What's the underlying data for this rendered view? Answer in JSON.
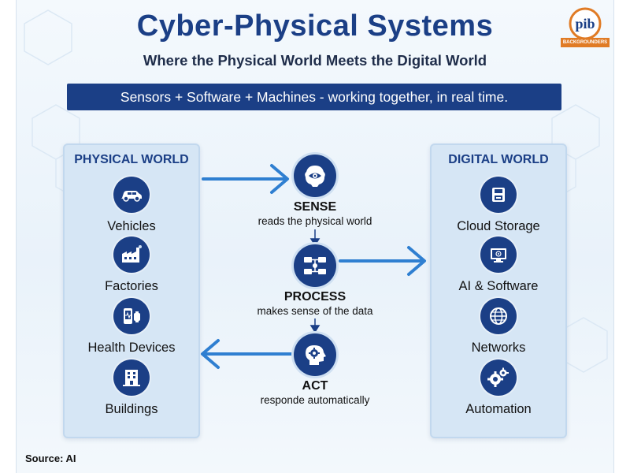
{
  "header": {
    "title": "Cyber-Physical Systems",
    "subtitle": "Where the Physical World Meets the Digital World",
    "banner": "Sensors + Software + Machines - working together, in real time."
  },
  "logo": {
    "text": "pib",
    "ribbon": "BACKGROUNDERS"
  },
  "physical_world": {
    "title": "PHYSICAL WORLD",
    "items": [
      {
        "label": "Vehicles",
        "icon": "car-icon"
      },
      {
        "label": "Factories",
        "icon": "factory-icon"
      },
      {
        "label": "Health Devices",
        "icon": "health-device-icon"
      },
      {
        "label": "Buildings",
        "icon": "building-icon"
      }
    ]
  },
  "digital_world": {
    "title": "DIGITAL WORLD",
    "items": [
      {
        "label": "Cloud Storage",
        "icon": "storage-icon"
      },
      {
        "label": "AI & Software",
        "icon": "ai-software-icon"
      },
      {
        "label": "Networks",
        "icon": "globe-icon"
      },
      {
        "label": "Automation",
        "icon": "gears-icon"
      }
    ]
  },
  "process_steps": [
    {
      "name": "SENSE",
      "description": "reads the physical world",
      "icon": "eye-brain-icon"
    },
    {
      "name": "PROCESS",
      "description": "makes sense of the data",
      "icon": "processing-icon"
    },
    {
      "name": "ACT",
      "description": "responde automatically",
      "icon": "head-gears-icon"
    }
  ],
  "source": "Source: AI",
  "colors": {
    "primary": "#1b3f86",
    "panel": "#d6e6f5",
    "arrow": "#2f7fd1",
    "accent": "#e07b25"
  }
}
